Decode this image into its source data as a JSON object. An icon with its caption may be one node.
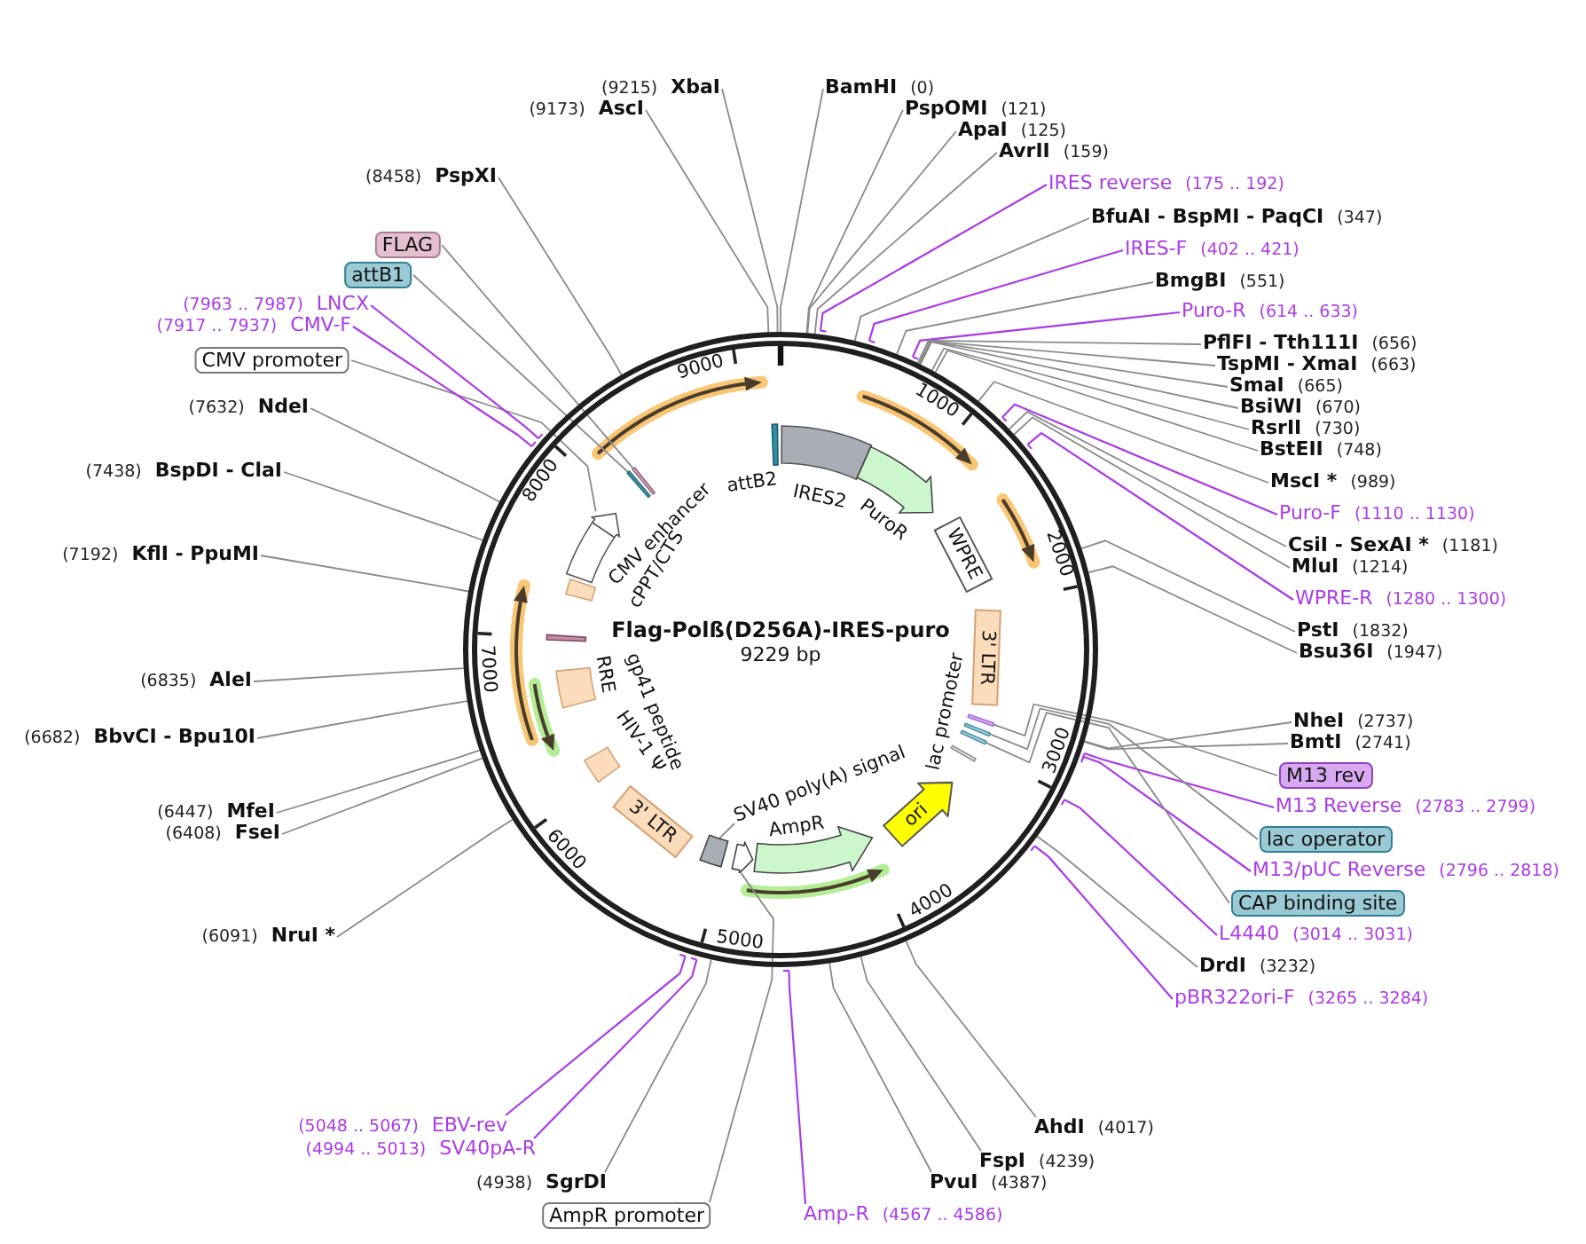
{
  "diagram": {
    "nodes": [
      {
        "text": [
          "Flag-Polß(D256A)-IRES-puro",
          "9229 bp"
        ]
      },
      {
        "text": [
          "attB2"
        ],
        "in": 0
      },
      {
        "text": [
          "IRES2"
        ],
        "in": 0
      },
      {
        "text": [
          "PuroR"
        ],
        "in": 0
      },
      {
        "text": [
          "WPRE"
        ],
        "in": 0
      },
      {
        "text": [
          "3' LTR"
        ],
        "in": 0
      },
      {
        "text": [
          "lac promoter"
        ],
        "in": 0
      },
      {
        "text": [],
        "shape": "bar",
        "in": 0
      },
      {
        "text": [],
        "shape": "bar",
        "in": 0
      },
      {
        "text": [],
        "shape": "bar",
        "in": 0
      },
      {
        "text": [
          "ori"
        ],
        "in": 0
      },
      {
        "text": [
          "AmpR"
        ],
        "in": 0
      },
      {
        "text": [
          "SV40 poly(A) signal"
        ],
        "in": 0
      },
      {
        "text": [],
        "shape": "box",
        "in": 0
      },
      {
        "text": [],
        "shape": "arrow",
        "in": 0
      },
      {
        "text": [
          "3' LTR"
        ],
        "in": 0
      },
      {
        "text": [
          "HIV-1 Ψ"
        ],
        "in": 0
      },
      {
        "text": [
          "RRE"
        ],
        "in": 0
      },
      {
        "text": [
          "gp41 peptide"
        ],
        "in": 0
      },
      {
        "text": [
          "cPPT/CTS"
        ],
        "in": 0
      },
      {
        "text": [
          "CMV enhancer"
        ],
        "in": 0
      },
      {
        "text": [],
        "shape": "arrow",
        "in": 0
      },
      {
        "text": [],
        "shape": "bar",
        "in": 0
      },
      {
        "text": [],
        "shape": "bar",
        "in": 0
      },
      {
        "text": [
          "BamHI",
          "(0)"
        ]
      },
      {
        "text": [
          "PspOMI",
          "(121)"
        ]
      },
      {
        "text": [
          "ApaI",
          "(125)"
        ]
      },
      {
        "text": [
          "AvrII",
          "(159)"
        ]
      },
      {
        "text": [
          "IRES reverse",
          "(175 .. 192)"
        ]
      },
      {
        "text": [
          "BfuAI - BspMI - PaqCI",
          "(347)"
        ]
      },
      {
        "text": [
          "IRES-F",
          "(402 .. 421)"
        ]
      },
      {
        "text": [
          "BmgBI",
          "(551)"
        ]
      },
      {
        "text": [
          "Puro-R",
          "(614 .. 633)"
        ]
      },
      {
        "text": [
          "PflFI - Tth111I",
          "(656)"
        ]
      },
      {
        "text": [
          "TspMI - XmaI",
          "(663)"
        ]
      },
      {
        "text": [
          "SmaI",
          "(665)"
        ]
      },
      {
        "text": [
          "BsiWI",
          "(670)"
        ]
      },
      {
        "text": [
          "RsrII",
          "(730)"
        ]
      },
      {
        "text": [
          "BstEII",
          "(748)"
        ]
      },
      {
        "text": [
          "MscI *",
          "(989)"
        ]
      },
      {
        "text": [
          "Puro-F",
          "(1110 .. 1130)"
        ]
      },
      {
        "text": [
          "CsiI - SexAI *",
          "(1181)"
        ]
      },
      {
        "text": [
          "MluI",
          "(1214)"
        ]
      },
      {
        "text": [
          "WPRE-R",
          "(1280 .. 1300)"
        ]
      },
      {
        "text": [
          "PstI",
          "(1832)"
        ]
      },
      {
        "text": [
          "Bsu36I",
          "(1947)"
        ]
      },
      {
        "text": [
          "NheI",
          "(2737)"
        ]
      },
      {
        "text": [
          "BmtI",
          "(2741)"
        ]
      },
      {
        "text": [
          "M13 rev"
        ]
      },
      {
        "text": [
          "M13 Reverse",
          "(2783 .. 2799)"
        ]
      },
      {
        "text": [
          "lac operator"
        ]
      },
      {
        "text": [
          "M13/pUC Reverse",
          "(2796 .. 2818)"
        ]
      },
      {
        "text": [
          "CAP binding site"
        ]
      },
      {
        "text": [
          "L4440",
          "(3014 .. 3031)"
        ]
      },
      {
        "text": [
          "DrdI",
          "(3232)"
        ]
      },
      {
        "text": [
          "pBR322ori-F",
          "(3265 .. 3284)"
        ]
      },
      {
        "text": [
          "AhdI",
          "(4017)"
        ]
      },
      {
        "text": [
          "FspI",
          "(4239)"
        ]
      },
      {
        "text": [
          "PvuI",
          "(4387)"
        ]
      },
      {
        "text": [
          "Amp-R",
          "(4567 .. 4586)"
        ]
      },
      {
        "text": [
          "AmpR promoter"
        ]
      },
      {
        "text": [
          "(4938)",
          "SgrDI"
        ]
      },
      {
        "text": [
          "(4994 .. 5013)",
          "SV40pA-R"
        ]
      },
      {
        "text": [
          "(5048 .. 5067)",
          "EBV-rev"
        ]
      },
      {
        "text": [
          "(6091)",
          "NruI *"
        ]
      },
      {
        "text": [
          "(6408)",
          "FseI"
        ]
      },
      {
        "text": [
          "(6447)",
          "MfeI"
        ]
      },
      {
        "text": [
          "(6682)",
          "BbvCI - Bpu10I"
        ]
      },
      {
        "text": [
          "(6835)",
          "AleI"
        ]
      },
      {
        "text": [
          "(7192)",
          "KflI - PpuMI"
        ]
      },
      {
        "text": [
          "(7438)",
          "BspDI - ClaI"
        ]
      },
      {
        "text": [
          "(7632)",
          "NdeI"
        ]
      },
      {
        "text": [
          "CMV promoter"
        ]
      },
      {
        "text": [
          "(7917 .. 7937)",
          "CMV-F"
        ]
      },
      {
        "text": [
          "(7963 .. 7987)",
          "LNCX"
        ]
      },
      {
        "text": [
          "attB1"
        ]
      },
      {
        "text": [
          "FLAG"
        ]
      },
      {
        "text": [
          "(8458)",
          "PspXI"
        ]
      },
      {
        "text": [
          "(9173)",
          "AscI"
        ]
      },
      {
        "text": [
          "(9215)",
          "XbaI"
        ]
      }
    ],
    "edges": [
      {
        "from": 12,
        "to": 13,
        "arrow": "none"
      },
      {
        "from": 24,
        "to": 0,
        "arrow": "none"
      },
      {
        "from": 25,
        "to": 0,
        "arrow": "none"
      },
      {
        "from": 26,
        "to": 0,
        "arrow": "none"
      },
      {
        "from": 27,
        "to": 0,
        "arrow": "none"
      },
      {
        "from": 28,
        "to": 0,
        "arrow": "other",
        "color": "#a93ce6"
      },
      {
        "from": 29,
        "to": 0,
        "arrow": "none"
      },
      {
        "from": 30,
        "to": 0,
        "arrow": "other",
        "color": "#a93ce6"
      },
      {
        "from": 31,
        "to": 0,
        "arrow": "none"
      },
      {
        "from": 32,
        "to": 0,
        "arrow": "other",
        "color": "#a93ce6"
      },
      {
        "from": 33,
        "to": 0,
        "arrow": "none"
      },
      {
        "from": 34,
        "to": 0,
        "arrow": "none"
      },
      {
        "from": 35,
        "to": 0,
        "arrow": "none"
      },
      {
        "from": 36,
        "to": 0,
        "arrow": "none"
      },
      {
        "from": 37,
        "to": 0,
        "arrow": "none"
      },
      {
        "from": 38,
        "to": 0,
        "arrow": "none"
      },
      {
        "from": 39,
        "to": 0,
        "arrow": "none"
      },
      {
        "from": 40,
        "to": 0,
        "arrow": "other",
        "color": "#a93ce6"
      },
      {
        "from": 41,
        "to": 0,
        "arrow": "none"
      },
      {
        "from": 42,
        "to": 0,
        "arrow": "none"
      },
      {
        "from": 43,
        "to": 0,
        "arrow": "other",
        "color": "#a93ce6"
      },
      {
        "from": 44,
        "to": 0,
        "arrow": "none"
      },
      {
        "from": 45,
        "to": 0,
        "arrow": "none"
      },
      {
        "from": 46,
        "to": 0,
        "arrow": "none"
      },
      {
        "from": 47,
        "to": 0,
        "arrow": "none"
      },
      {
        "from": 48,
        "to": 7,
        "arrow": "none"
      },
      {
        "from": 49,
        "to": 0,
        "arrow": "other",
        "color": "#a93ce6"
      },
      {
        "from": 50,
        "to": 8,
        "arrow": "none"
      },
      {
        "from": 51,
        "to": 0,
        "arrow": "other",
        "color": "#a93ce6"
      },
      {
        "from": 52,
        "to": 9,
        "arrow": "none"
      },
      {
        "from": 53,
        "to": 0,
        "arrow": "other",
        "color": "#a93ce6"
      },
      {
        "from": 54,
        "to": 0,
        "arrow": "none"
      },
      {
        "from": 55,
        "to": 0,
        "arrow": "other",
        "color": "#a93ce6"
      },
      {
        "from": 56,
        "to": 0,
        "arrow": "none"
      },
      {
        "from": 57,
        "to": 0,
        "arrow": "none"
      },
      {
        "from": 58,
        "to": 0,
        "arrow": "none"
      },
      {
        "from": 59,
        "to": 0,
        "arrow": "other",
        "color": "#a93ce6"
      },
      {
        "from": 60,
        "to": 14,
        "arrow": "none"
      },
      {
        "from": 61,
        "to": 0,
        "arrow": "none"
      },
      {
        "from": 62,
        "to": 0,
        "arrow": "other",
        "color": "#a93ce6"
      },
      {
        "from": 63,
        "to": 0,
        "arrow": "other",
        "color": "#a93ce6"
      },
      {
        "from": 64,
        "to": 0,
        "arrow": "none"
      },
      {
        "from": 65,
        "to": 0,
        "arrow": "none"
      },
      {
        "from": 66,
        "to": 0,
        "arrow": "none"
      },
      {
        "from": 67,
        "to": 0,
        "arrow": "none"
      },
      {
        "from": 68,
        "to": 0,
        "arrow": "none"
      },
      {
        "from": 69,
        "to": 0,
        "arrow": "none"
      },
      {
        "from": 70,
        "to": 0,
        "arrow": "none"
      },
      {
        "from": 71,
        "to": 0,
        "arrow": "none"
      },
      {
        "from": 72,
        "to": 21,
        "arrow": "none"
      },
      {
        "from": 73,
        "to": 0,
        "arrow": "other",
        "color": "#a93ce6"
      },
      {
        "from": 74,
        "to": 0,
        "arrow": "other",
        "color": "#a93ce6"
      },
      {
        "from": 75,
        "to": 22,
        "arrow": "none"
      },
      {
        "from": 76,
        "to": 23,
        "arrow": "none"
      },
      {
        "from": 77,
        "to": 0,
        "arrow": "none"
      },
      {
        "from": 78,
        "to": 0,
        "arrow": "none"
      },
      {
        "from": 79,
        "to": 0,
        "arrow": "none"
      }
    ],
    "labels": [
      "1000",
      "2000",
      "3000",
      "4000",
      "5000",
      "6000",
      "7000",
      "8000",
      "9000"
    ]
  }
}
